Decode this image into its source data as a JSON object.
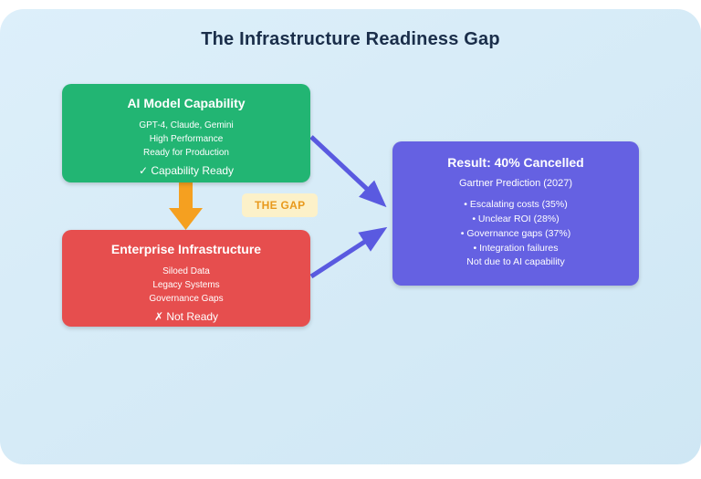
{
  "title": "The Infrastructure Readiness Gap",
  "gap_label": "THE GAP",
  "nodes": {
    "capability": {
      "title": "AI Model Capability",
      "lines": [
        "GPT-4, Claude, Gemini",
        "High Performance",
        "Ready for Production"
      ],
      "status": "✓ Capability Ready"
    },
    "infrastructure": {
      "title": "Enterprise Infrastructure",
      "lines": [
        "Siloed Data",
        "Legacy Systems",
        "Governance Gaps"
      ],
      "status": "✗ Not Ready"
    },
    "result": {
      "title": "Result: 40% Cancelled",
      "subtitle": "Gartner Prediction (2027)",
      "bullets": [
        "• Escalating costs (35%)",
        "• Unclear ROI (28%)",
        "• Governance gaps (37%)",
        "• Integration failures"
      ],
      "footer": "Not due to AI capability"
    }
  },
  "colors": {
    "canvas-bg-1": "#ddeffa",
    "canvas-bg-2": "#cfe7f4",
    "green": "#22b573",
    "red": "#e64e4e",
    "purple": "#6561e2",
    "arrow-blue": "#5a5ae0",
    "arrow-orange": "#f5a020",
    "gap-bg": "#fcf1c9",
    "gap-text": "#e8991c",
    "title-text": "#1a2e4a"
  }
}
